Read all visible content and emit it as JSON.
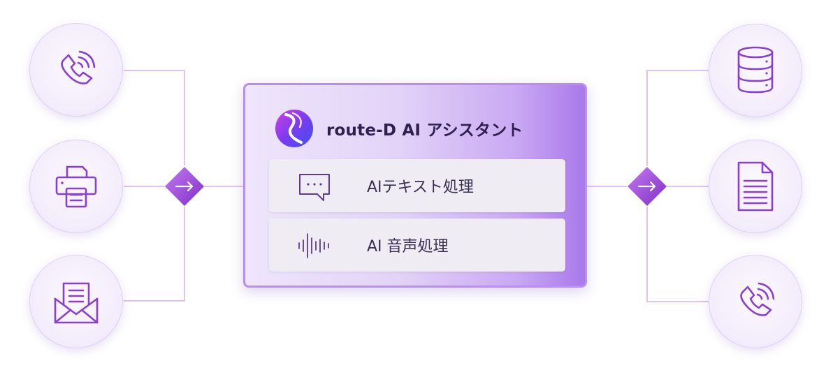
{
  "brand": {
    "title": "route-D AI アシスタント"
  },
  "features": [
    {
      "label": "AIテキスト処理",
      "icon": "chat-bubble-icon"
    },
    {
      "label": "AI 音声処理",
      "icon": "sound-wave-icon"
    }
  ],
  "inputs": [
    {
      "icon": "phone-icon"
    },
    {
      "icon": "fax-printer-icon"
    },
    {
      "icon": "mail-envelope-icon"
    }
  ],
  "outputs": [
    {
      "icon": "database-icon"
    },
    {
      "icon": "document-icon"
    },
    {
      "icon": "phone-icon"
    }
  ],
  "connectors": [
    {
      "icon": "arrow-right-icon"
    },
    {
      "icon": "arrow-right-icon"
    }
  ],
  "colors": {
    "accent": "#8f3fd6",
    "line": "#d7bdf0",
    "icon_stroke": "#8a3fcf"
  }
}
